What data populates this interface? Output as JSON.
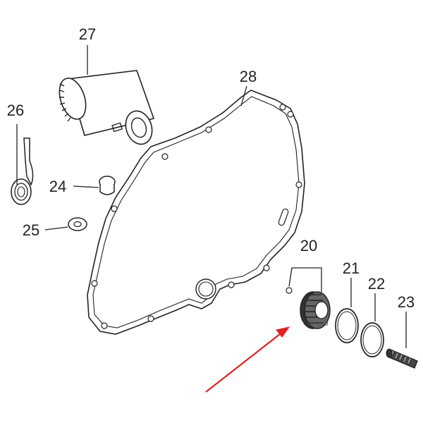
{
  "callouts": {
    "c20": "20",
    "c21": "21",
    "c22": "22",
    "c23": "23",
    "c24": "24",
    "c25": "25",
    "c26": "26",
    "c27": "27",
    "c28": "28"
  },
  "watermark": "hirochi",
  "colors": {
    "arrow": "#dd2222",
    "line": "#222222"
  }
}
